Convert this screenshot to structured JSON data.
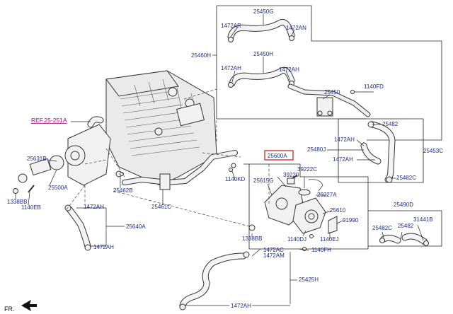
{
  "labels": {
    "p25450g": "25450G",
    "p1472ar": "1472AR",
    "p1472an": "1472AN",
    "p25460h": "25460H",
    "p25450h": "25450H",
    "p1472ah_top_l": "1472AH",
    "p1472ah_top_r": "1472AH",
    "p25450": "25450",
    "p1140fd": "1140FD",
    "ref": "REF.25-251A",
    "p25631b": "25631B",
    "p25500a": "25500A",
    "p1338bb_l": "1338BB",
    "p1140eb": "1140EB",
    "p25462b": "25462B",
    "p1140kd": "1140KD",
    "p25461c": "25461C",
    "p25600a": "25600A",
    "p25615g": "25615G",
    "p39222c": "39222C",
    "p39220": "39220",
    "p29227a": "29227A",
    "p25610": "25610",
    "p91990": "91990",
    "p1140dj": "1140DJ",
    "p1140ej": "1140EJ",
    "p25482_top": "25482",
    "p1472ah_r1": "1472AH",
    "p25480j": "25480J",
    "p1472ah_r2": "1472AH",
    "p25453c": "25453C",
    "p25482c_r": "25482C",
    "p25490d": "25490D",
    "p25482c_b": "25482C",
    "p25482_b": "25482",
    "p31441b": "31441B",
    "p1472ah_ml1": "1472AH",
    "p25640a": "25640A",
    "p1472ah_ml2": "1472AH",
    "p1338bb_m": "1338BB",
    "p1472ac": "1472AC",
    "p1472am": "1472AM",
    "p1140fh": "1140FH",
    "p25425h": "25425H",
    "p1472ah_bot": "1472AH",
    "fr": "FR."
  },
  "colors": {
    "label": "#1f2b8a",
    "ref": "#a0117a",
    "highlight": "#d42020"
  }
}
